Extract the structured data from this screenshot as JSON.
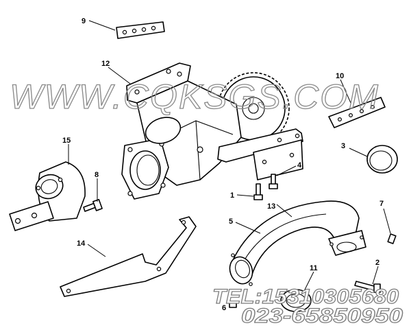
{
  "callouts": {
    "c1": "1",
    "c2": "2",
    "c3": "3",
    "c4": "4",
    "c5": "5",
    "c6": "6",
    "c7": "7",
    "c8": "8",
    "c9": "9",
    "c10": "10",
    "c11": "11",
    "c12": "12",
    "c13": "13",
    "c14": "14",
    "c15": "15"
  },
  "watermark": {
    "site": "WWW.CQKSGS.COM",
    "phone1": "TEL:15310305680",
    "phone2": "023-65850950"
  },
  "colors": {
    "line": "#000000",
    "watermark": "#8a8a8a",
    "background": "#ffffff"
  }
}
